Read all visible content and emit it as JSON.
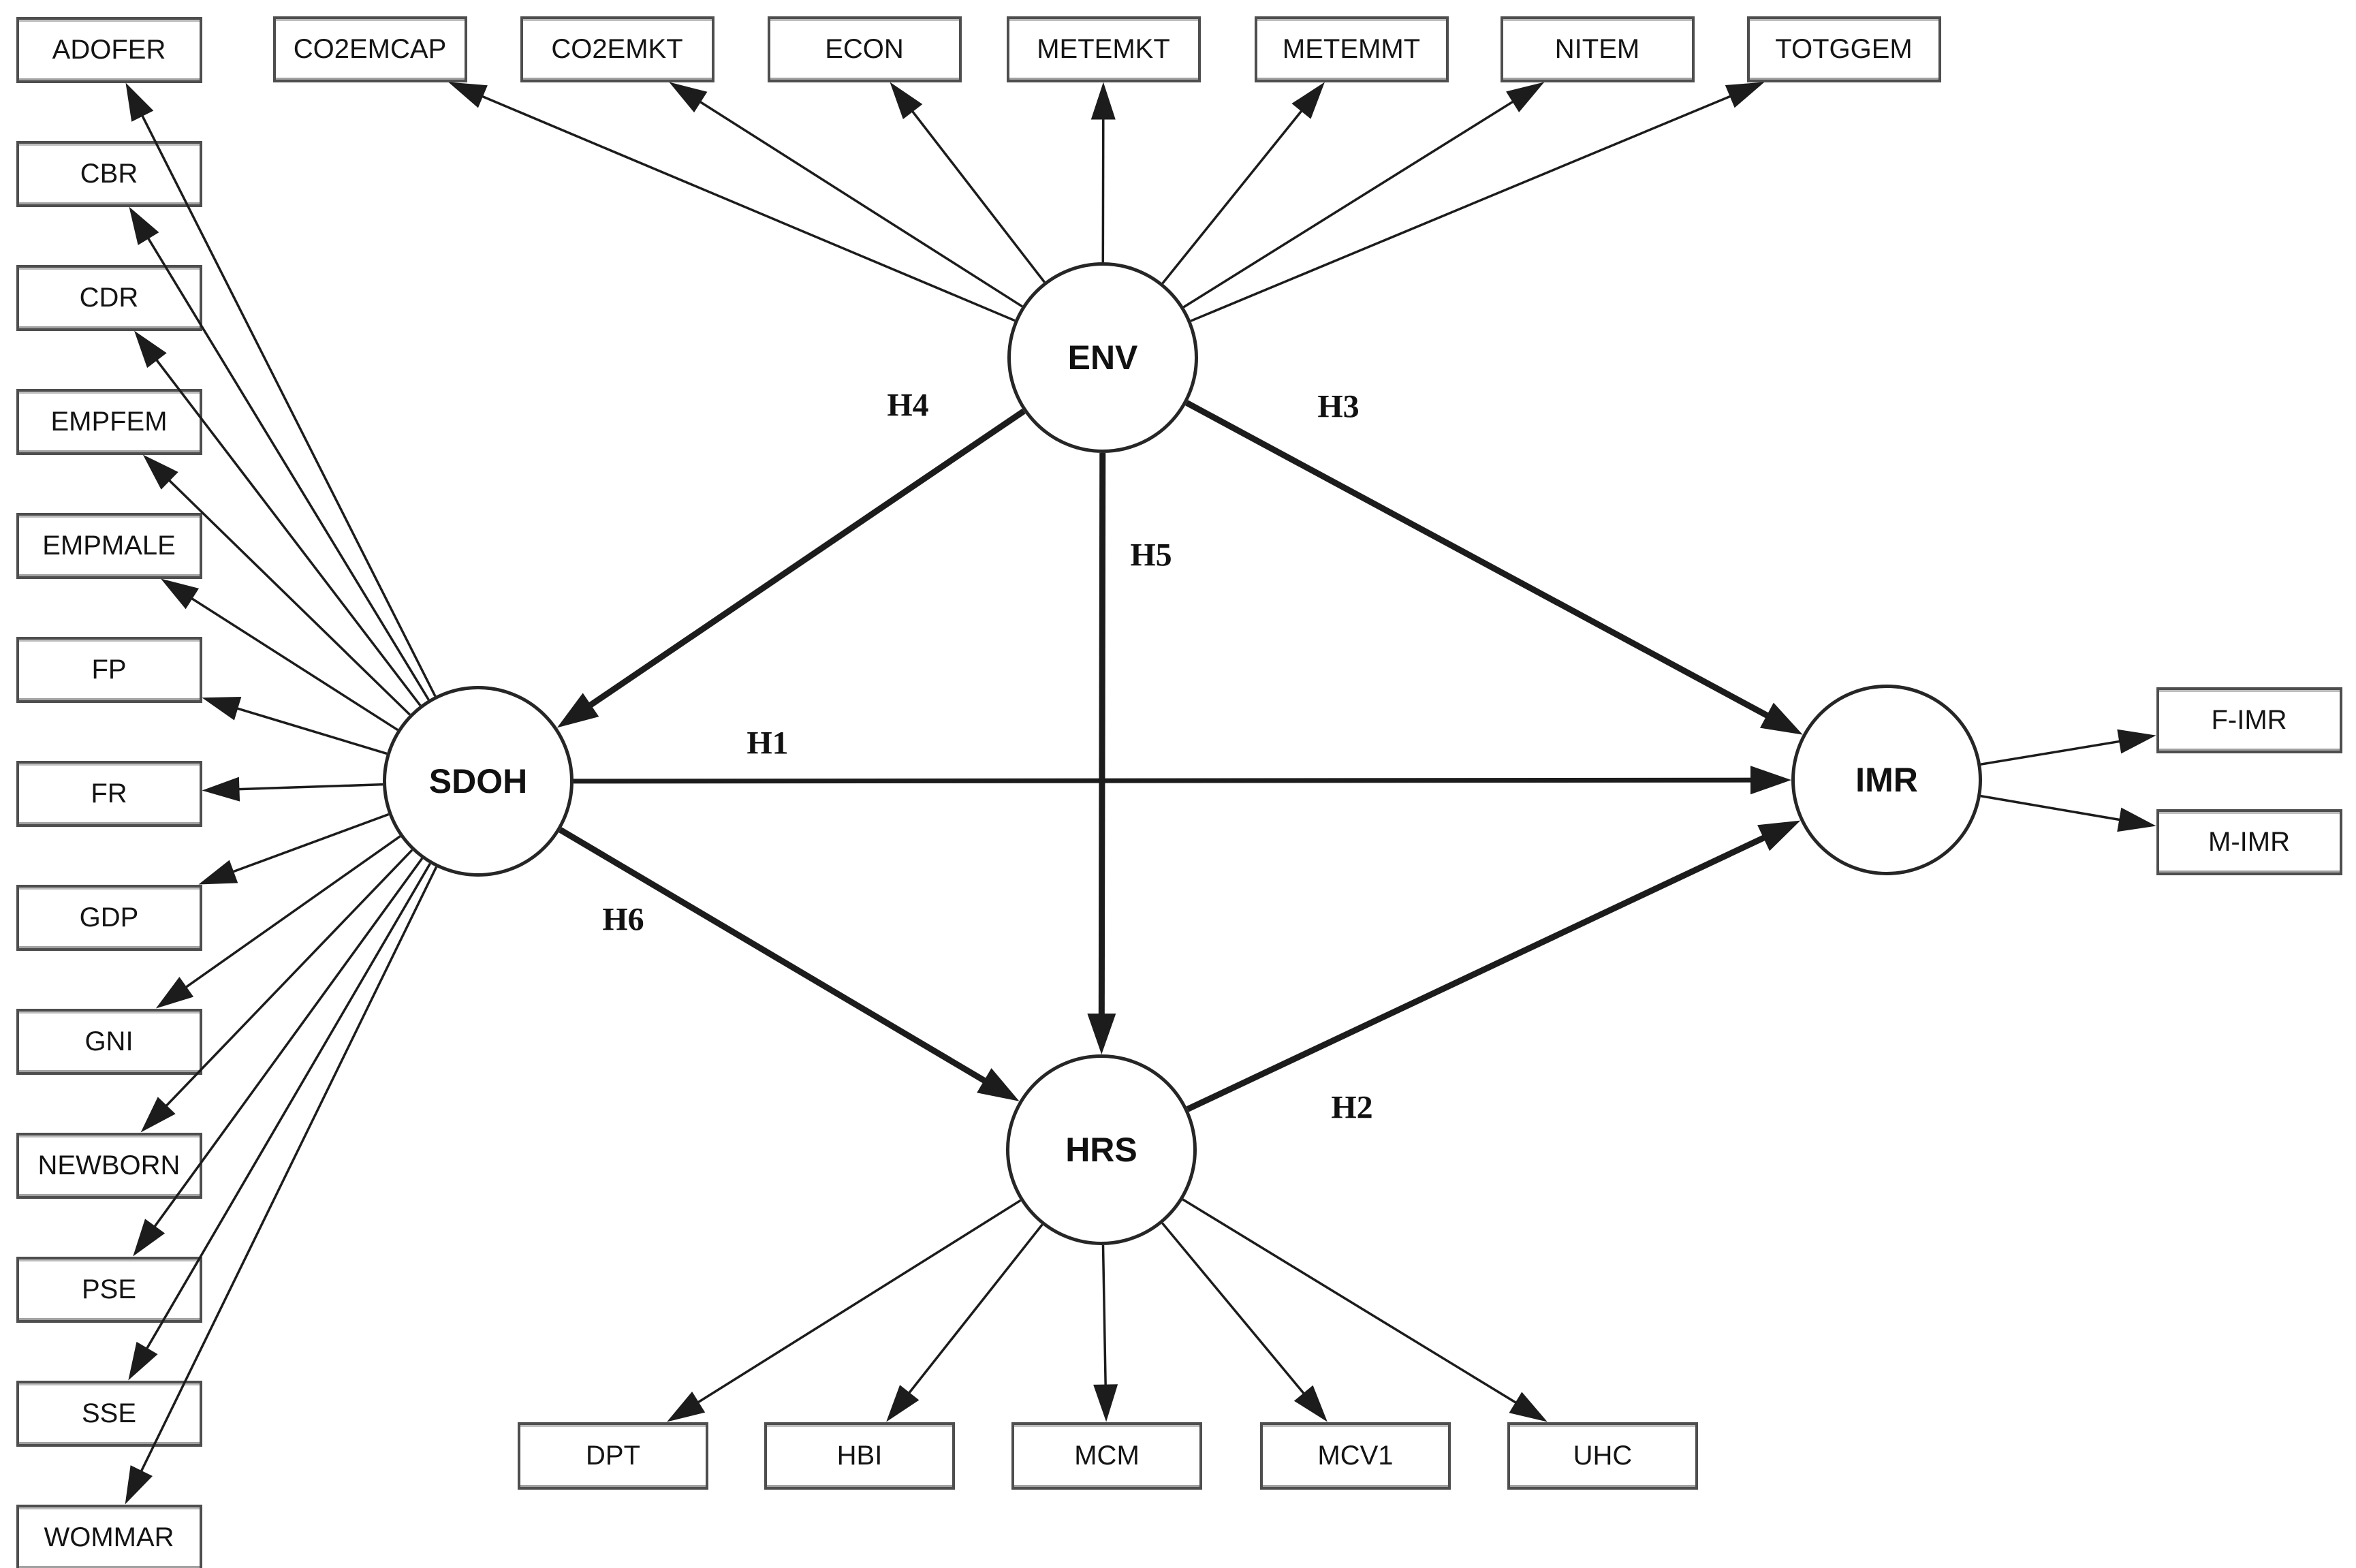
{
  "diagram_type": "structural-equation-model-path-diagram",
  "colors": {
    "background": "#ffffff",
    "line": "#1c1c1c",
    "box_border": "#4e4e4e",
    "circle_border": "#262626",
    "text": "#141414"
  },
  "latents": {
    "ENV": {
      "label": "ENV"
    },
    "SDOH": {
      "label": "SDOH"
    },
    "HRS": {
      "label": "HRS"
    },
    "IMR": {
      "label": "IMR"
    }
  },
  "indicator_groups": {
    "env_top": {
      "latent": "ENV",
      "labels": [
        "CO2EMCAP",
        "CO2EMKT",
        "ECON",
        "METEMKT",
        "METEMMT",
        "NITEM",
        "TOTGGEM"
      ]
    },
    "sdoh_left": {
      "latent": "SDOH",
      "labels": [
        "ADOFER",
        "CBR",
        "CDR",
        "EMPFEM",
        "EMPMALE",
        "FP",
        "FR",
        "GDP",
        "GNI",
        "NEWBORN",
        "PSE",
        "SSE",
        "WOMMAR"
      ]
    },
    "hrs_bottom": {
      "latent": "HRS",
      "labels": [
        "DPT",
        "HBI",
        "MCM",
        "MCV1",
        "UHC"
      ]
    },
    "imr_right": {
      "latent": "IMR",
      "labels": [
        "F-IMR",
        "M-IMR"
      ]
    }
  },
  "hypotheses": [
    {
      "label": "H1",
      "from": "SDOH",
      "to": "IMR"
    },
    {
      "label": "H2",
      "from": "HRS",
      "to": "IMR"
    },
    {
      "label": "H3",
      "from": "ENV",
      "to": "IMR"
    },
    {
      "label": "H4",
      "from": "ENV",
      "to": "SDOH"
    },
    {
      "label": "H5",
      "from": "ENV",
      "to": "HRS"
    },
    {
      "label": "H6",
      "from": "SDOH",
      "to": "HRS"
    }
  ]
}
